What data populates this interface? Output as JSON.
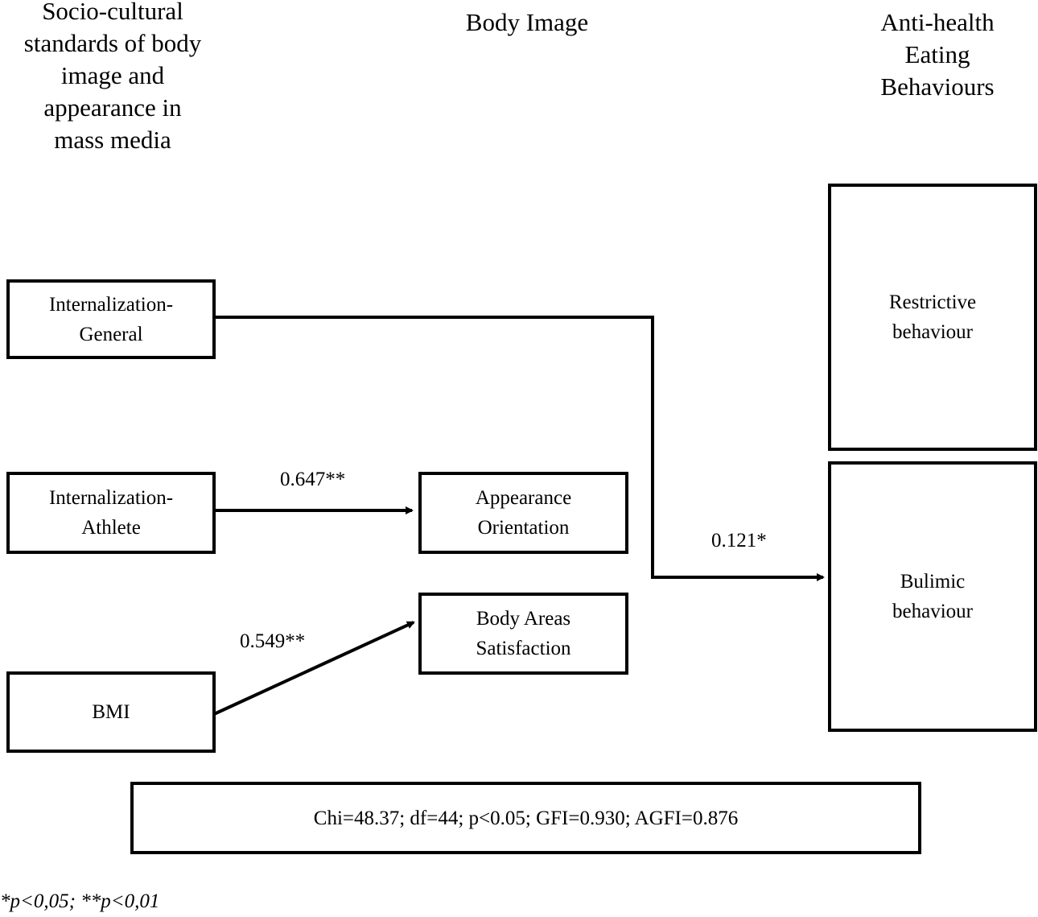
{
  "columns": {
    "left": "Socio-cultural\nstandards of body\nimage and\nappearance in\nmass media",
    "middle": "Body Image",
    "right": "Anti-health\nEating\nBehaviours"
  },
  "boxes": {
    "int_general": "Internalization-\nGeneral",
    "int_athlete": "Internalization-\nAthlete",
    "bmi": "BMI",
    "appearance": "Appearance\nOrientation",
    "body_areas": "Body Areas\nSatisfaction",
    "restrictive": "Restrictive\nbehaviour",
    "bulimic": "Bulimic\nbehaviour"
  },
  "paths": {
    "athlete_to_appearance": "0.647**",
    "bmi_to_body_areas": "0.549**",
    "general_to_bulimic": "0.121*"
  },
  "fit_stats": "Chi=48.37; df=44; p<0.05; GFI=0.930; AGFI=0.876",
  "footnote": "*p<0,05; **p<0,01"
}
